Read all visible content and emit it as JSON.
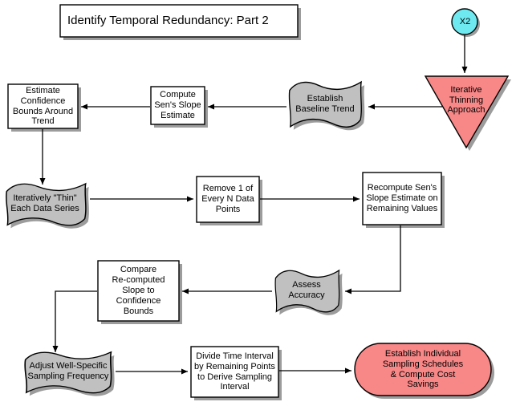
{
  "title": "Identify Temporal Redundancy: Part 2",
  "colors": {
    "background": "#ffffff",
    "node_gray": "#c0c0c0",
    "accent_salmon": "#f88787",
    "accent_cyan": "#6ee9f0",
    "node_white": "#ffffff",
    "shadow": "#9c9c9c",
    "line": "#000000"
  },
  "nodes": {
    "x2_connector": {
      "shape": "circle",
      "label": "X2"
    },
    "iterative_thinning": {
      "shape": "triangle-down",
      "label": "Iterative\nThinning\nApproach"
    },
    "establish_baseline": {
      "shape": "wave",
      "label": "Establish\nBaseline Trend"
    },
    "compute_sens_slope": {
      "shape": "rect",
      "label": "Compute\nSen's Slope\nEstimate"
    },
    "estimate_confidence": {
      "shape": "rect",
      "label": "Estimate\nConfidence\nBounds Around\nTrend"
    },
    "iteratively_thin": {
      "shape": "wave",
      "label": "Iteratively \"Thin\"\nEach Data Series"
    },
    "remove_points": {
      "shape": "rect",
      "label": "Remove 1 of\nEvery N Data\nPoints"
    },
    "recompute_sens": {
      "shape": "rect",
      "label": "Recompute Sen's\nSlope Estimate on\nRemaining Values"
    },
    "assess_accuracy": {
      "shape": "wave",
      "label": "Assess\nAccuracy"
    },
    "compare_slope": {
      "shape": "rect",
      "label": "Compare\nRe-computed\nSlope to\nConfidence\nBounds"
    },
    "adjust_frequency": {
      "shape": "wave",
      "label": "Adjust Well-Specific\nSampling Frequency"
    },
    "divide_interval": {
      "shape": "rect",
      "label": "Divide Time Interval\nby Remaining Points\nto Derive Sampling\nInterval"
    },
    "establish_schedules": {
      "shape": "stadium",
      "label": "Establish Individual\nSampling Schedules\n& Compute Cost\nSavings"
    }
  }
}
